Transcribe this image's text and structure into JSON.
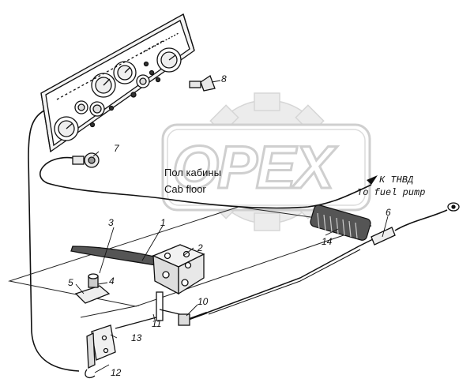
{
  "watermark": {
    "text": "OPEX"
  },
  "labels": {
    "floor_ru": "Пол кабины",
    "floor_en": "Cab floor",
    "fuel_ru": "К ТНВД",
    "fuel_en": "To fuel pump"
  },
  "callouts": {
    "c1": "1",
    "c2": "2",
    "c3": "3",
    "c4": "4",
    "c5": "5",
    "c6": "6",
    "c7": "7",
    "c8": "8",
    "c10": "10",
    "c11": "11",
    "c12": "12",
    "c13": "13",
    "c14": "14"
  }
}
